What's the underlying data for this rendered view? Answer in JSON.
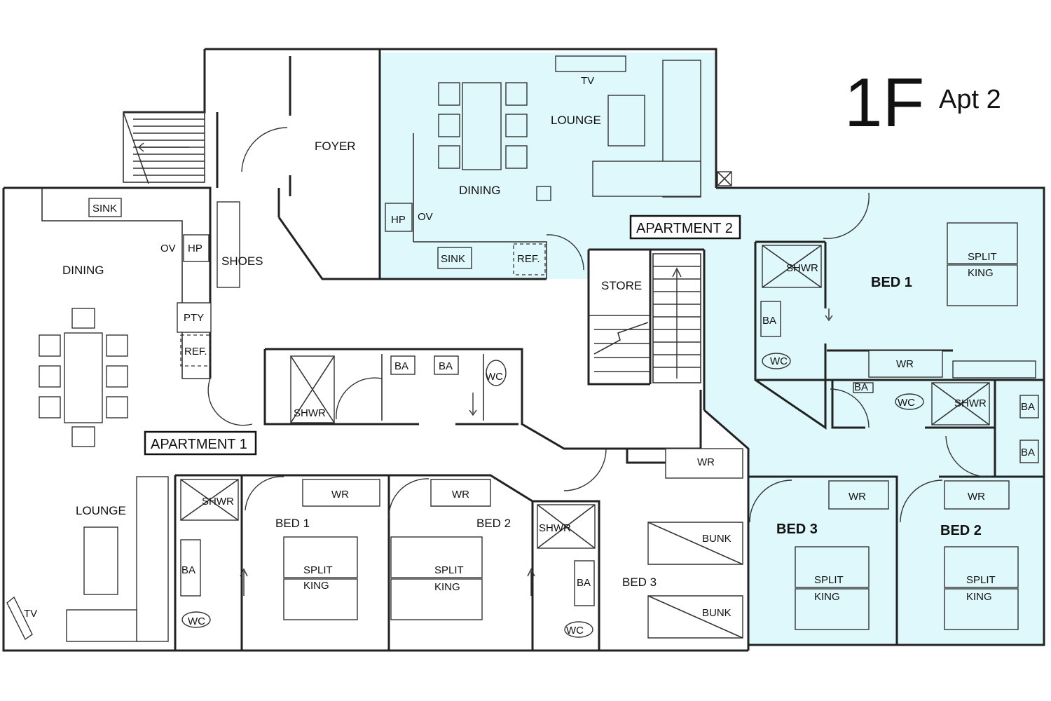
{
  "floor": {
    "level": "1F",
    "unit": "Apt 2"
  },
  "apartments": {
    "a1": "APARTMENT 1",
    "a2": "APARTMENT 2"
  },
  "highlight_color": "#dff8fb",
  "rooms": {
    "foyer": "FOYER",
    "store": "STORE",
    "a1_dining": "DINING",
    "a1_lounge": "LOUNGE",
    "a1_shoes": "SHOES",
    "a1_bed1": "BED 1",
    "a1_bed2": "BED 2",
    "a1_bed3": "BED 3",
    "a2_dining": "DINING",
    "a2_lounge": "LOUNGE",
    "a2_bed1": "BED 1",
    "a2_bed2": "BED 2",
    "a2_bed3": "BED 3"
  },
  "fixtures": {
    "sink": "SINK",
    "hp": "HP",
    "ov": "OV",
    "pty": "PTY",
    "ref": "REF.",
    "tv": "TV",
    "shwr": "SHWR",
    "ba": "BA",
    "wc": "WC",
    "wr": "WR",
    "split": "SPLIT",
    "king": "KING",
    "bunk": "BUNK"
  }
}
